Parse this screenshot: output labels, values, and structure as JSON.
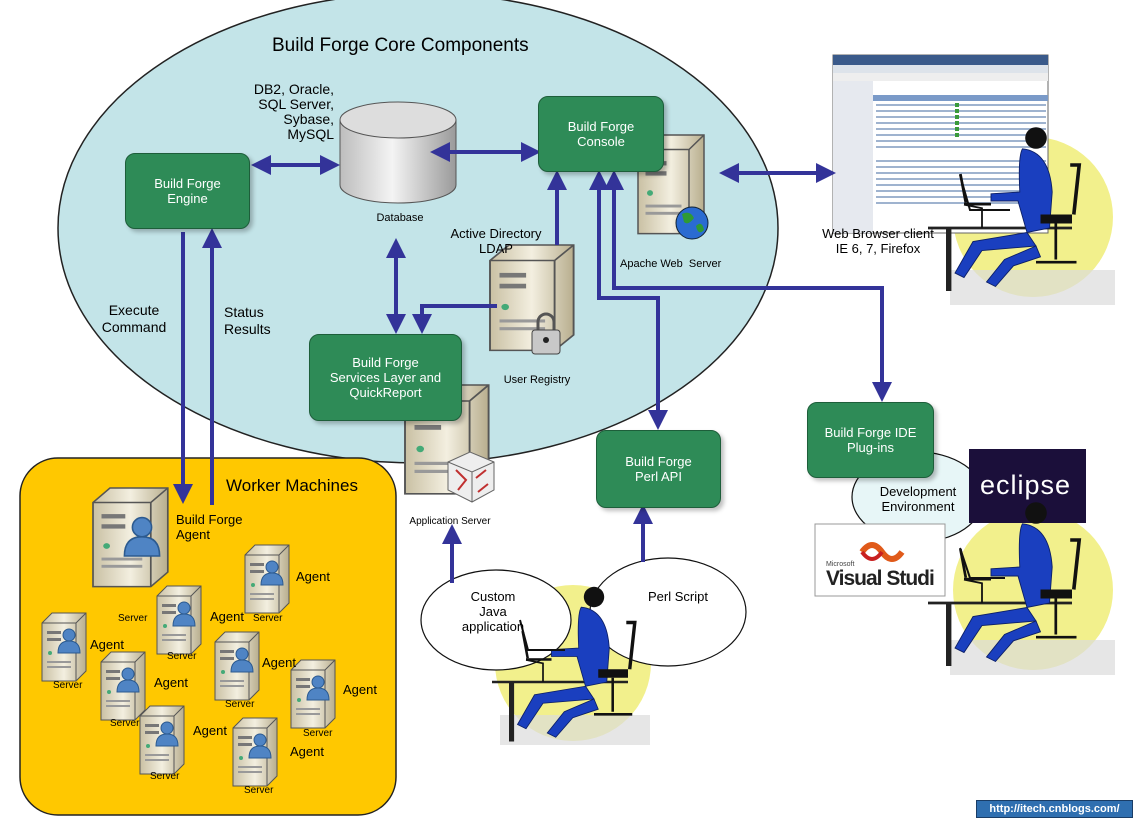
{
  "title": "Build Forge Core Components",
  "nodes": {
    "engine": "Build Forge\nEngine",
    "console": "Build Forge\nConsole",
    "services": "Build Forge\nServices Layer and\nQuickReport",
    "perl_api": "Build Forge\nPerl API",
    "ide_plugins": "Build Forge IDE\nPlug-ins"
  },
  "labels": {
    "database_types": "DB2, Oracle,\nSQL Server,\nSybase,\nMySQL",
    "database": "Database",
    "active_directory": "Active Directory\nLDAP",
    "user_registry": "User Registry",
    "apache": "Apache Web  Server",
    "web_browser": "Web Browser client\nIE 6, 7, Firefox",
    "execute_command": "Execute\nCommand",
    "status_results": "Status\nResults",
    "app_server": "Application Server",
    "custom_java": "Custom\nJava\napplication",
    "perl_script": "Perl Script",
    "dev_env": "Development\nEnvironment",
    "worker_machines": "Worker Machines",
    "bf_agent": "Build Forge\nAgent",
    "agent": "Agent",
    "server": "Server",
    "eclipse_logo": "eclipse",
    "visual_studio_logo": "Visual Studi",
    "microsoft_logo": "Microsoft",
    "url": "http://itech.cnblogs.com/"
  },
  "colors": {
    "core_ellipse": "#c3e4e8",
    "worker_panel": "#ffc800",
    "node_box": "#2e8b57",
    "arrow": "#333399",
    "user_circle": "#f2f08c"
  }
}
